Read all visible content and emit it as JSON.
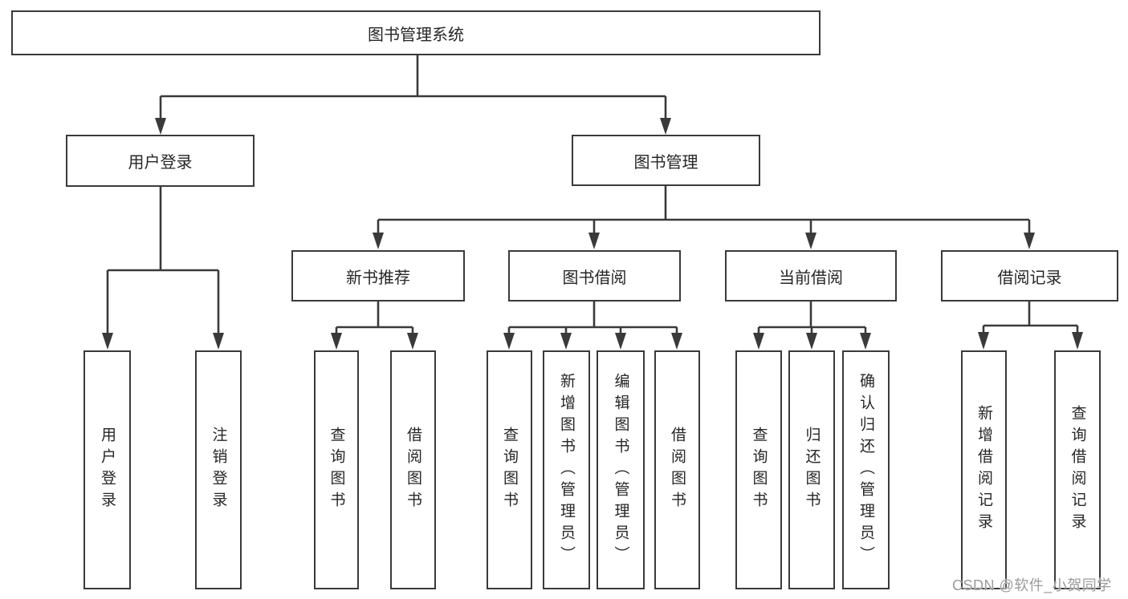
{
  "diagram": {
    "root": {
      "label": "图书管理系统"
    },
    "level2": [
      {
        "label": "用户登录"
      },
      {
        "label": "图书管理"
      }
    ],
    "level3": [
      {
        "label": "新书推荐"
      },
      {
        "label": "图书借阅"
      },
      {
        "label": "当前借阅"
      },
      {
        "label": "借阅记录"
      }
    ],
    "leaves": [
      {
        "label": "用户登录"
      },
      {
        "label": "注销登录"
      },
      {
        "label": "查询图书"
      },
      {
        "label": "借阅图书"
      },
      {
        "label": "查询图书"
      },
      {
        "label": "新增图书（管理员）"
      },
      {
        "label": "编辑图书（管理员）"
      },
      {
        "label": "借阅图书"
      },
      {
        "label": "查询图书"
      },
      {
        "label": "归还图书"
      },
      {
        "label": "确认归还（管理员）"
      },
      {
        "label": "新增借阅记录"
      },
      {
        "label": "查询借阅记录"
      }
    ],
    "colors": {
      "line": "#3a3a3a",
      "box_border": "#3a3a3a",
      "text": "#262626",
      "background": "#ffffff",
      "watermark": "#9b9b9b"
    }
  },
  "watermark": {
    "text": "CSDN @软件_小贺同学"
  }
}
